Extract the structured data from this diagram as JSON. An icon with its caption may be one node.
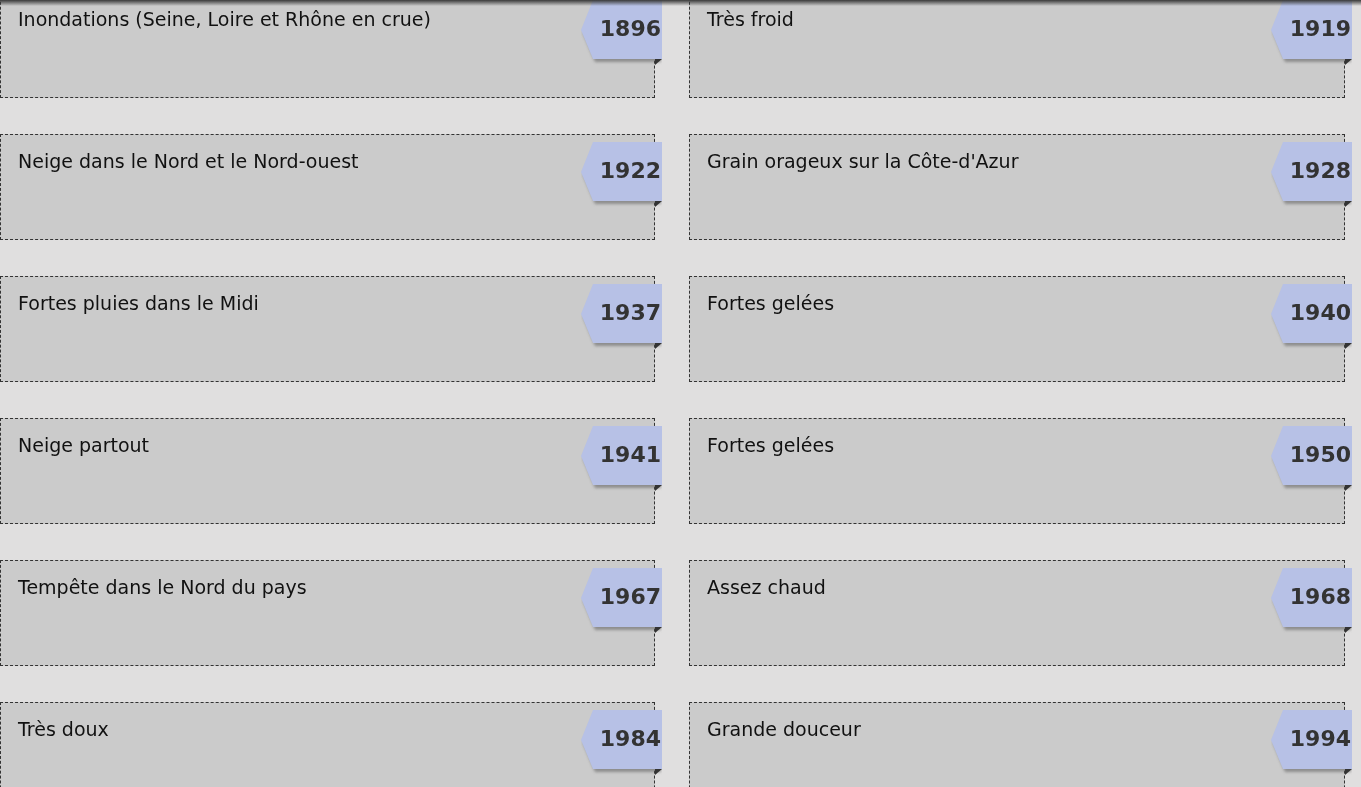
{
  "diagram": {
    "nodes": [
      {
        "text": [
          "Inondations (Seine, Loire et Rhône en crue)"
        ]
      },
      {
        "text": [
          "1896"
        ]
      },
      {
        "text": [
          "Très froid"
        ]
      },
      {
        "text": [
          "1919"
        ]
      },
      {
        "text": [
          "Neige dans le Nord et le Nord-ouest"
        ]
      },
      {
        "text": [
          "1922"
        ]
      },
      {
        "text": [
          "Grain orageux sur la Côte-d'Azur"
        ]
      },
      {
        "text": [
          "1928"
        ]
      },
      {
        "text": [
          "Fortes pluies dans le Midi"
        ]
      },
      {
        "text": [
          "1937"
        ]
      },
      {
        "text": [
          "Fortes gelées"
        ]
      },
      {
        "text": [
          "1940"
        ]
      },
      {
        "text": [
          "Neige partout"
        ]
      },
      {
        "text": [
          "1941"
        ]
      },
      {
        "text": [
          "Fortes gelées"
        ]
      },
      {
        "text": [
          "1950"
        ]
      },
      {
        "text": [
          "Tempête dans le Nord du pays"
        ]
      },
      {
        "text": [
          "1967"
        ]
      },
      {
        "text": [
          "Assez chaud"
        ]
      },
      {
        "text": [
          "1968"
        ]
      },
      {
        "text": [
          "Très doux"
        ]
      },
      {
        "text": [
          "1984"
        ]
      },
      {
        "text": [
          "Grande douceur"
        ]
      },
      {
        "text": [
          "1994"
        ]
      }
    ]
  }
}
